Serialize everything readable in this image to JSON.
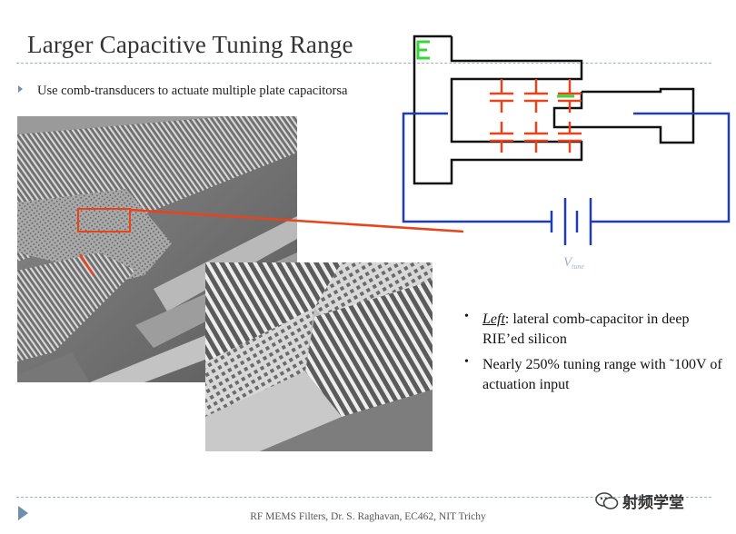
{
  "slide": {
    "title": "Larger Capacitive Tuning Range",
    "bullet_top": "Use comb-transducers to actuate multiple plate capacitorsa",
    "right_bullets": [
      {
        "emph": "Left",
        "text": ": lateral comb-capacitor in deep RIE’ed silicon"
      },
      {
        "text": "Nearly 250% tuning range with ˜100V of actuation input"
      }
    ],
    "vtune_label": "V",
    "vtune_sub": "tune",
    "footer": "RF MEMS Filters, Dr. S. Raghavan, EC462, NIT Trichy",
    "watermark": "射频学堂"
  },
  "colors": {
    "accent_red": "#e8431a",
    "circuit_blue": "#1f3cb0",
    "highlight_green": "#39d639",
    "divider": "#9fb3c6"
  },
  "icons": [
    "bullet-arrow-icon",
    "nav-arrow-icon",
    "wechat-icon"
  ]
}
